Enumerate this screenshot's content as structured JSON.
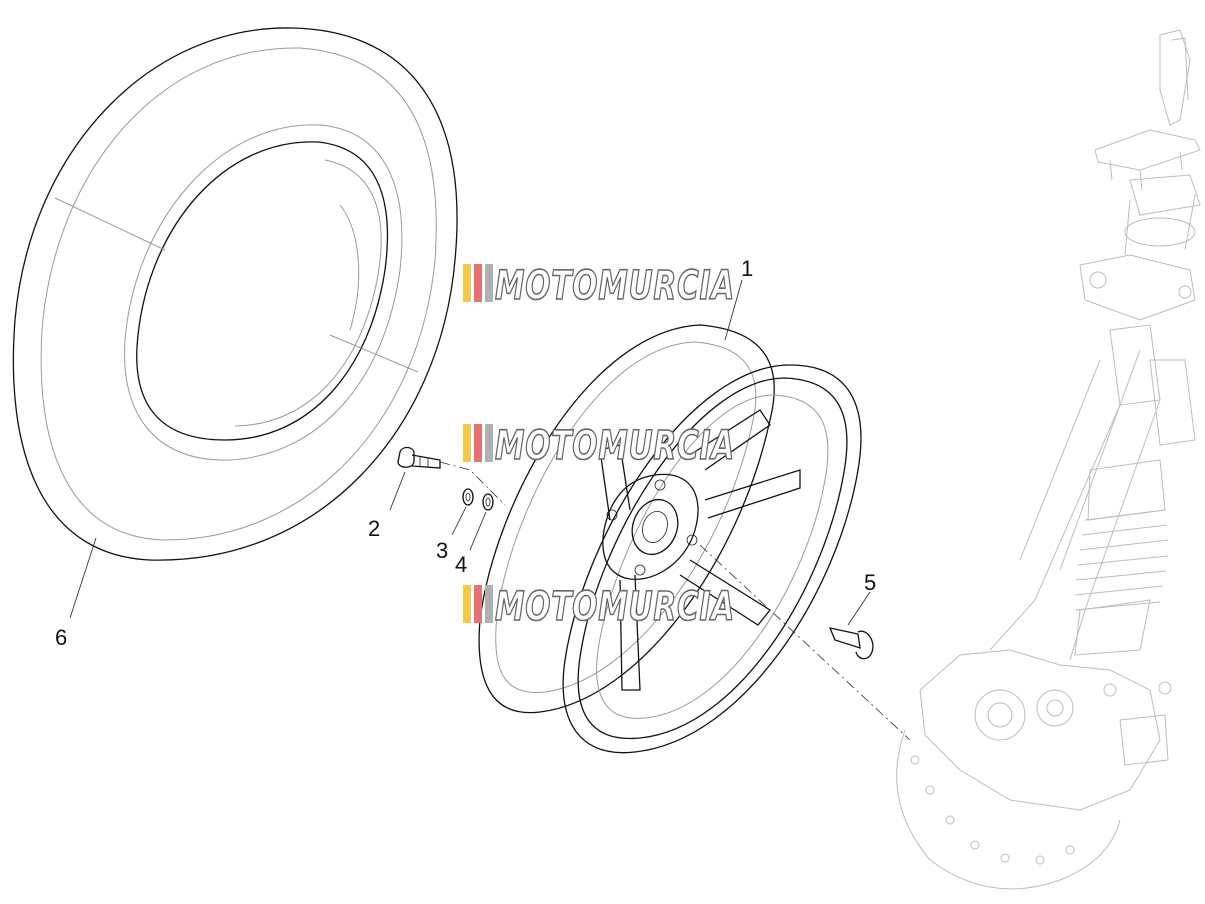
{
  "diagram": {
    "callouts": [
      {
        "id": "1",
        "text": "1"
      },
      {
        "id": "2",
        "text": "2"
      },
      {
        "id": "3",
        "text": "3"
      },
      {
        "id": "4",
        "text": "4"
      },
      {
        "id": "5",
        "text": "5"
      },
      {
        "id": "6",
        "text": "6"
      }
    ],
    "watermark": {
      "text": "MOTOMURCIA",
      "stripe_colors": [
        "#f2c94c",
        "#e57373",
        "#b0b0b0"
      ]
    },
    "parts": [
      {
        "callout": "1",
        "name": "wheel-rim"
      },
      {
        "callout": "2",
        "name": "bolt"
      },
      {
        "callout": "3",
        "name": "washer"
      },
      {
        "callout": "4",
        "name": "washer"
      },
      {
        "callout": "5",
        "name": "valve"
      },
      {
        "callout": "6",
        "name": "tyre"
      }
    ]
  }
}
